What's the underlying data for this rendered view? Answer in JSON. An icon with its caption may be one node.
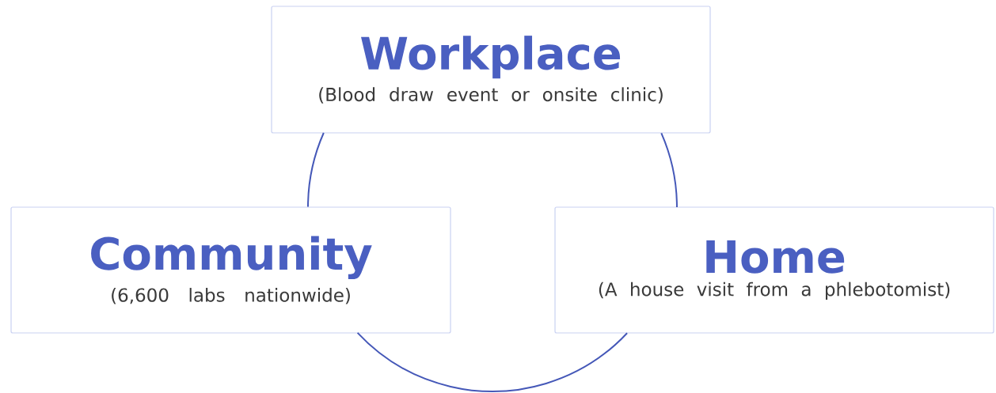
{
  "diagram": {
    "nodes": [
      {
        "text": [
          "Workplace",
          "(Blood draw event or onsite clinic)"
        ]
      },
      {
        "text": [
          "Community",
          "(6,600 labs nationwide)"
        ]
      },
      {
        "text": [
          "Home",
          "(A house visit from a phlebotomist)"
        ]
      }
    ],
    "edges": [
      {
        "from": 0,
        "to": 2,
        "arrow": "none"
      },
      {
        "from": 2,
        "to": 1,
        "arrow": "none"
      },
      {
        "from": 1,
        "to": 0,
        "arrow": "none"
      }
    ]
  }
}
